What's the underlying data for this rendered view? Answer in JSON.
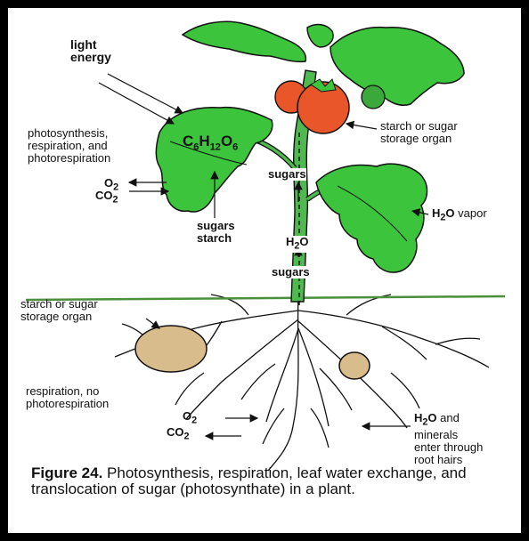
{
  "labels": {
    "light_energy": [
      "light",
      "energy"
    ],
    "leaf_processes": [
      "photosynthesis,",
      "respiration, and",
      "photorespiration"
    ],
    "o2": "O",
    "o2_sub": "2",
    "co2": "CO",
    "co2_sub": "2",
    "formula": {
      "c": "C",
      "c_sub": "6",
      "h": "H",
      "h_sub": "12",
      "o": "O",
      "o_sub": "6"
    },
    "sugars_starch": [
      "sugars",
      "starch"
    ],
    "fruit_storage": [
      "starch or sugar",
      "storage organ"
    ],
    "stem_sugars_up": "sugars",
    "stem_h2o": "H",
    "stem_h2o_sub": "2",
    "stem_h2o_o": "O",
    "stem_sugars_down": "sugars",
    "vapor": {
      "h": "H",
      "sub": "2",
      "o": "O",
      "rest": " vapor"
    },
    "root_storage": [
      "starch or sugar",
      "storage organ"
    ],
    "root_respiration": [
      "respiration, no",
      "photorespiration"
    ],
    "root_o2": "O",
    "root_o2_sub": "2",
    "root_co2": "CO",
    "root_co2_sub": "2",
    "root_water": {
      "h": "H",
      "sub": "2",
      "o": "O",
      "rest": " and",
      "lines": [
        "minerals",
        "enter through",
        "root hairs"
      ]
    }
  },
  "caption": {
    "figure": "Figure 24.",
    "text": " Photosynthesis, respiration, leaf water exchange, and translocation of sugar (photosynthate) in a plant."
  },
  "colors": {
    "leaf": "#3cc43c",
    "fruit": "#e8562a",
    "stem": "#4fb84f",
    "tuber": "#d8bc8c",
    "ground": "#4a8f3a",
    "frame": "#000000"
  }
}
